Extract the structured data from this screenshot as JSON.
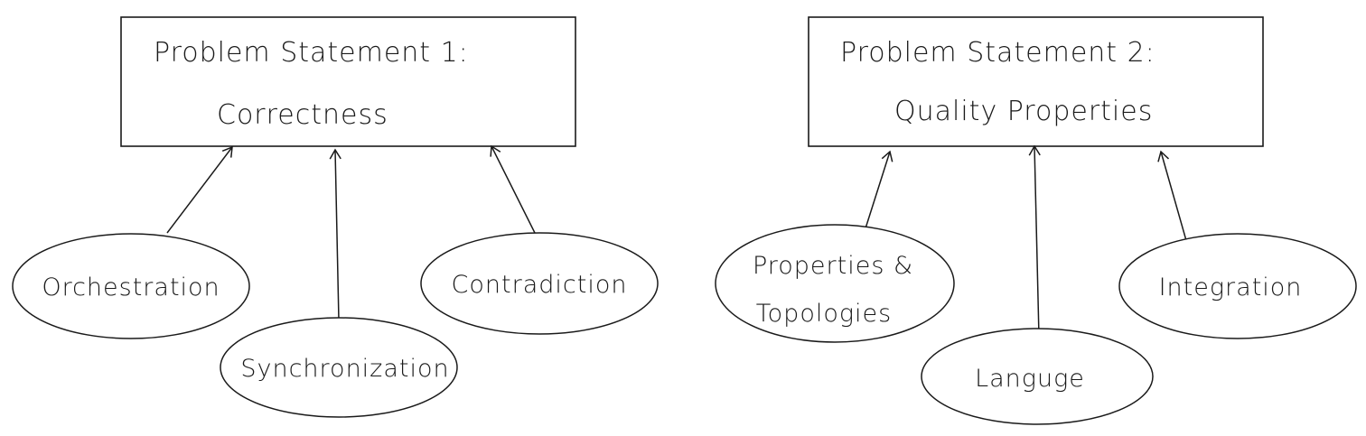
{
  "problems": [
    {
      "line1": "Problem Statement 1:",
      "line2": "Correctness",
      "drivers": [
        {
          "label": "Orchestration"
        },
        {
          "label": "Synchronization"
        },
        {
          "label": "Contradiction"
        }
      ]
    },
    {
      "line1": "Problem Statement 2:",
      "line2": "Quality Properties",
      "drivers": [
        {
          "label_line1": "Properties &",
          "label_line2": "Topologies"
        },
        {
          "label": "Languge"
        },
        {
          "label": "Integration"
        }
      ]
    }
  ],
  "colors": {
    "ink": "#1a1a1a",
    "background": "#ffffff"
  }
}
